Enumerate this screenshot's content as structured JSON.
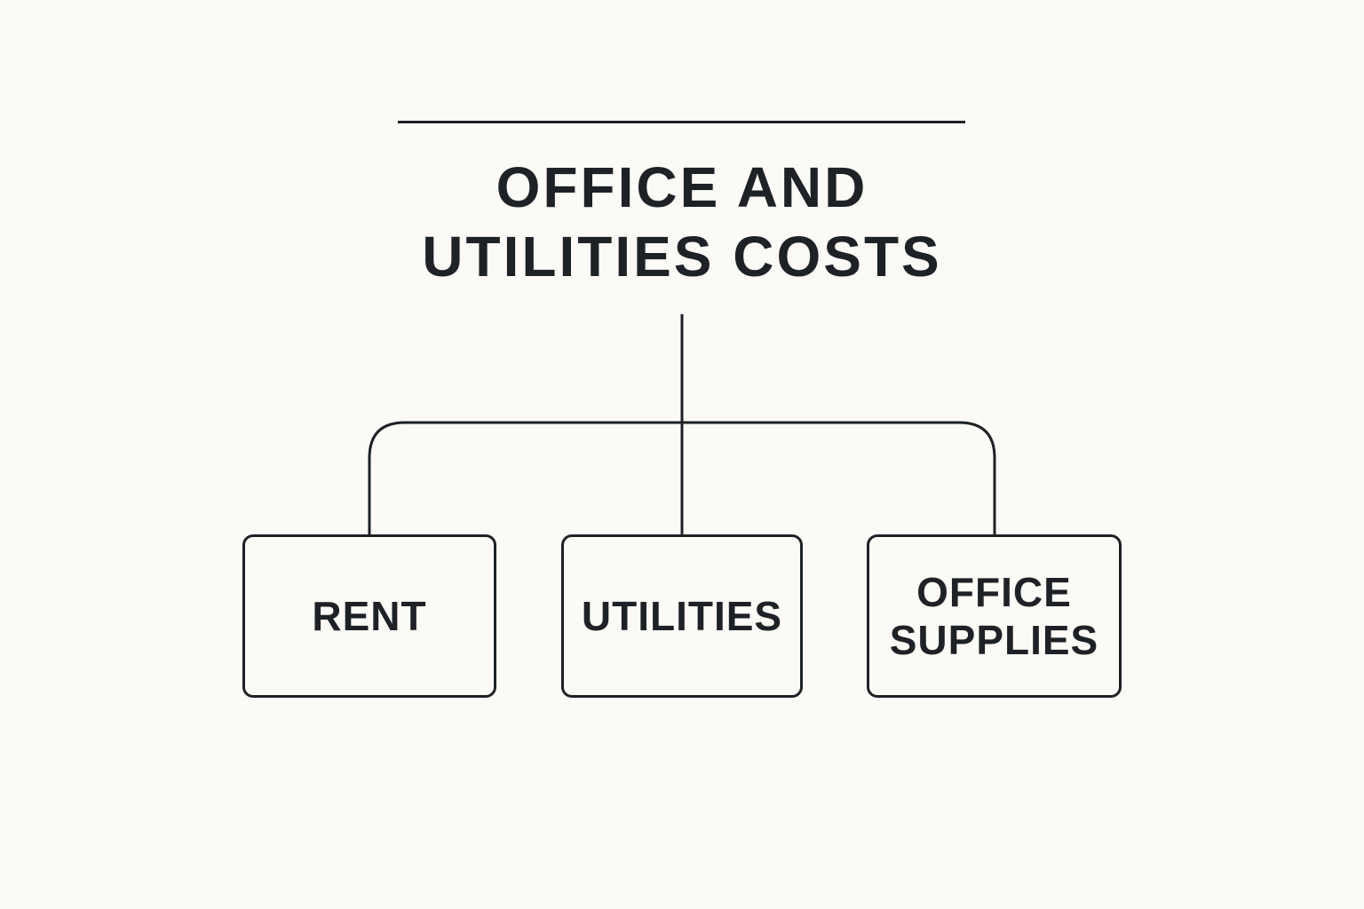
{
  "title": {
    "line1": "OFFICE AND",
    "line2": "UTILITIES COSTS"
  },
  "children": [
    {
      "id": "rent",
      "lines": [
        "RENT"
      ]
    },
    {
      "id": "utilities",
      "lines": [
        "UTILITIES"
      ]
    },
    {
      "id": "office_supplies",
      "lines": [
        "OFFICE",
        "SUPPLIES"
      ]
    }
  ],
  "colors": {
    "background": "#fbfaf6",
    "ink": "#1e2226"
  }
}
